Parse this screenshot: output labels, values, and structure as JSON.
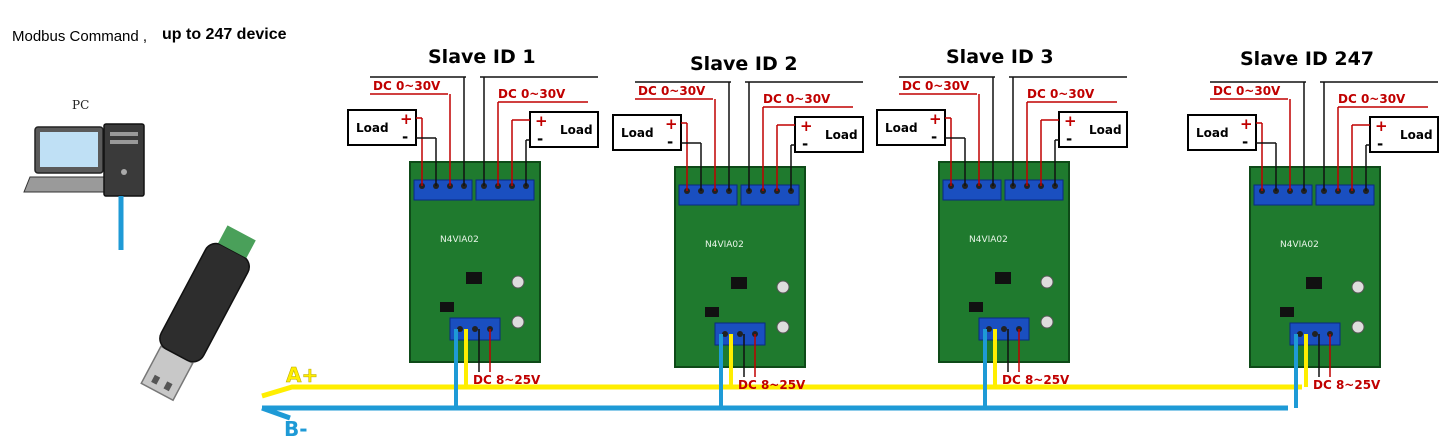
{
  "header": {
    "modbus_text": "Modbus Command ,",
    "devices_text": "up to 247 device"
  },
  "pc_label": "PC",
  "bus": {
    "a_label": "A+",
    "b_label": "B-",
    "a_color": "#ffee00",
    "b_color": "#1e9ad6"
  },
  "colors": {
    "board": "#1f7a2e",
    "terminal": "#1a4fc0",
    "dc_text": "#c00000",
    "wire": "#111111"
  },
  "slaves": [
    {
      "title": "Slave ID 1",
      "dc_left": "DC 0~30V",
      "dc_right": "DC 0~30V",
      "load_left": "Load",
      "load_right": "Load",
      "plus": "+",
      "minus": "-",
      "power": "DC 8~25V",
      "model": "N4VIA02"
    },
    {
      "title": "Slave ID 2",
      "dc_left": "DC 0~30V",
      "dc_right": "DC 0~30V",
      "load_left": "Load",
      "load_right": "Load",
      "plus": "+",
      "minus": "-",
      "power": "DC 8~25V",
      "model": "N4VIA02"
    },
    {
      "title": "Slave ID 3",
      "dc_left": "DC 0~30V",
      "dc_right": "DC 0~30V",
      "load_left": "Load",
      "load_right": "Load",
      "plus": "+",
      "minus": "-",
      "power": "DC 8~25V",
      "model": "N4VIA02"
    },
    {
      "title": "Slave ID 247",
      "dc_left": "DC 0~30V",
      "dc_right": "DC 0~30V",
      "load_left": "Load",
      "load_right": "Load",
      "plus": "+",
      "minus": "-",
      "power": "DC 8~25V",
      "model": "N4VIA02"
    }
  ]
}
